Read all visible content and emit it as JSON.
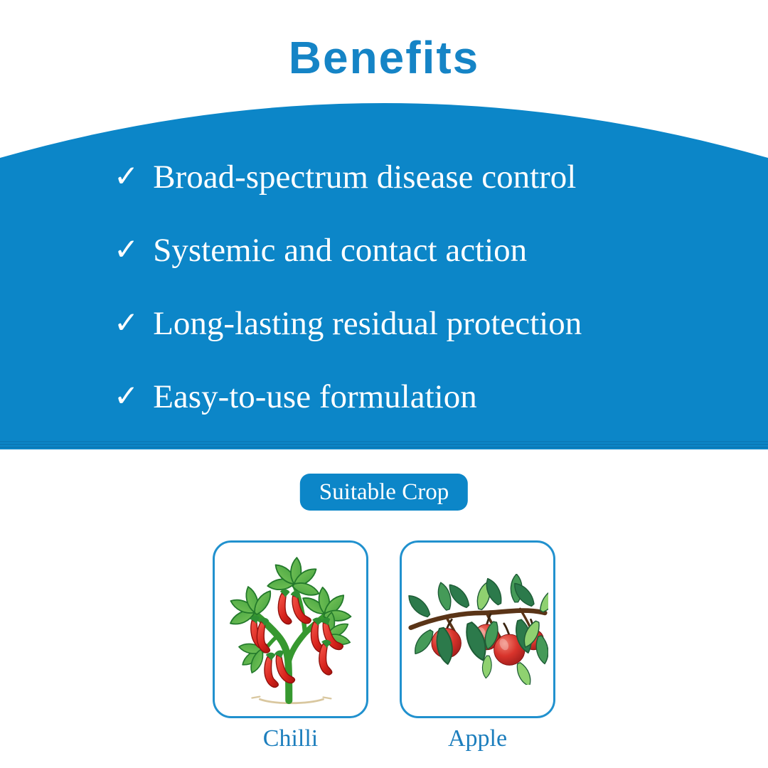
{
  "header": {
    "title": "Benefits"
  },
  "benefits": {
    "check_glyph": "✓",
    "items": [
      "Broad-spectrum disease control",
      "Systemic and contact action",
      "Long-lasting residual protection",
      "Easy-to-use formulation"
    ]
  },
  "suitable_crop": {
    "label": "Suitable Crop"
  },
  "crops": [
    {
      "name": "Chilli"
    },
    {
      "name": "Apple"
    }
  ],
  "colors": {
    "banner": "#0c86c8",
    "title": "#1584c6",
    "card_border": "#2191ce",
    "crop_label": "#1c7ebd",
    "list_text": "#ffffff"
  }
}
